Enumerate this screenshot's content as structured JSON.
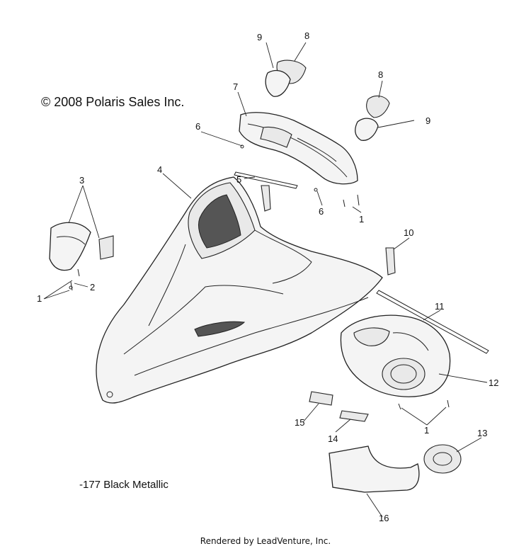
{
  "copyright": "© 2008 Polaris Sales Inc.",
  "color_note": "-177 Black Metallic",
  "footer": "Rendered by LeadVenture, Inc.",
  "watermark": "LEADVENTURE",
  "callouts": {
    "c9a": "9",
    "c8a": "8",
    "c7": "7",
    "c8b": "8",
    "c9b": "9",
    "c6a": "6",
    "c4": "4",
    "c5": "5",
    "c3": "3",
    "c6b": "6",
    "c1a": "1",
    "c10": "10",
    "c2": "2",
    "c1b": "1",
    "c11": "11",
    "c12": "12",
    "c15": "15",
    "c1c": "1",
    "c14": "14",
    "c13": "13",
    "c16": "16"
  }
}
